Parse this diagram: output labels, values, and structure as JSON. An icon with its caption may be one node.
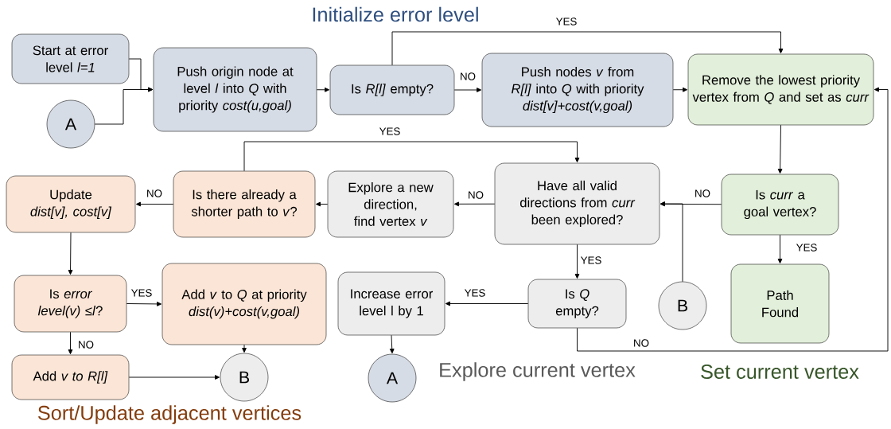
{
  "diagram": {
    "nodes": [
      {
        "text": [
          "Start at error level *l=1*"
        ]
      },
      {
        "text": [
          "A"
        ]
      },
      {
        "text": [
          "Push origin node at level *l* into *Q* with priority *cost(u,goal)*"
        ]
      },
      {
        "text": [
          "Is *R[l]* empty?"
        ]
      },
      {
        "text": [
          "Push nodes *v* from *R[l]* into *Q* with priority *dist[v]+cost(v,goal)*"
        ]
      },
      {
        "text": [
          "Remove the lowest priority vertex from *Q* and set as *curr*"
        ]
      },
      {
        "text": [
          "Is there already a shorter path to *v*?"
        ]
      },
      {
        "text": [
          "Update *dist[v], cost[v]*"
        ]
      },
      {
        "text": [
          "Explore a new direction, find vertex *v*"
        ]
      },
      {
        "text": [
          "Have all valid directions from *curr* been explored?"
        ]
      },
      {
        "text": [
          "Is *curr* a goal vertex?"
        ]
      },
      {
        "text": [
          "Is *error level(v) ≤l*?"
        ]
      },
      {
        "text": [
          "Add *v* to *Q* at priority *dist(v)+cost(v,goal)*"
        ]
      },
      {
        "text": [
          "Increase error level l by 1"
        ]
      },
      {
        "text": [
          "Is *Q* empty?"
        ]
      },
      {
        "text": [
          "B"
        ]
      },
      {
        "text": [
          "Path Found"
        ]
      },
      {
        "text": [
          "Add *v to R[l]*"
        ]
      },
      {
        "text": [
          "B"
        ]
      },
      {
        "text": [
          "A"
        ]
      }
    ],
    "edges": [
      {
        "from": 0,
        "to": 2,
        "arrow": "to"
      },
      {
        "from": 1,
        "to": 2,
        "arrow": "to"
      },
      {
        "from": 2,
        "to": 3,
        "arrow": "to"
      },
      {
        "from": 3,
        "to": 4,
        "arrow": "to",
        "label": "NO"
      },
      {
        "from": 3,
        "to": 5,
        "arrow": "to",
        "label": "YES"
      },
      {
        "from": 4,
        "to": 5,
        "arrow": "to"
      },
      {
        "from": 5,
        "to": 10,
        "arrow": "to"
      },
      {
        "from": 10,
        "to": 9,
        "arrow": "to",
        "label": "NO"
      },
      {
        "from": 15,
        "to": 9,
        "arrow": "to"
      },
      {
        "from": 10,
        "to": 16,
        "arrow": "to",
        "label": "YES"
      },
      {
        "from": 9,
        "to": 8,
        "arrow": "to",
        "label": "NO"
      },
      {
        "from": 8,
        "to": 6,
        "arrow": "to"
      },
      {
        "from": 6,
        "to": 7,
        "arrow": "to",
        "label": "NO"
      },
      {
        "from": 6,
        "to": 9,
        "arrow": "to",
        "label": "YES"
      },
      {
        "from": 9,
        "to": 14,
        "arrow": "to",
        "label": "YES"
      },
      {
        "from": 14,
        "to": 13,
        "arrow": "to",
        "label": "YES"
      },
      {
        "from": 14,
        "to": 5,
        "arrow": "to",
        "label": "NO"
      },
      {
        "from": 7,
        "to": 11,
        "arrow": "to"
      },
      {
        "from": 11,
        "to": 12,
        "arrow": "to",
        "label": "YES"
      },
      {
        "from": 11,
        "to": 17,
        "arrow": "to",
        "label": "NO"
      },
      {
        "from": 12,
        "to": 18,
        "arrow": "to"
      },
      {
        "from": 17,
        "to": 18,
        "arrow": "to"
      },
      {
        "from": 13,
        "to": 19,
        "arrow": "to"
      }
    ],
    "labels": [
      "Initialize error level",
      "Explore current vertex",
      "Set current vertex",
      "Sort/Update adjacent vertices"
    ]
  }
}
